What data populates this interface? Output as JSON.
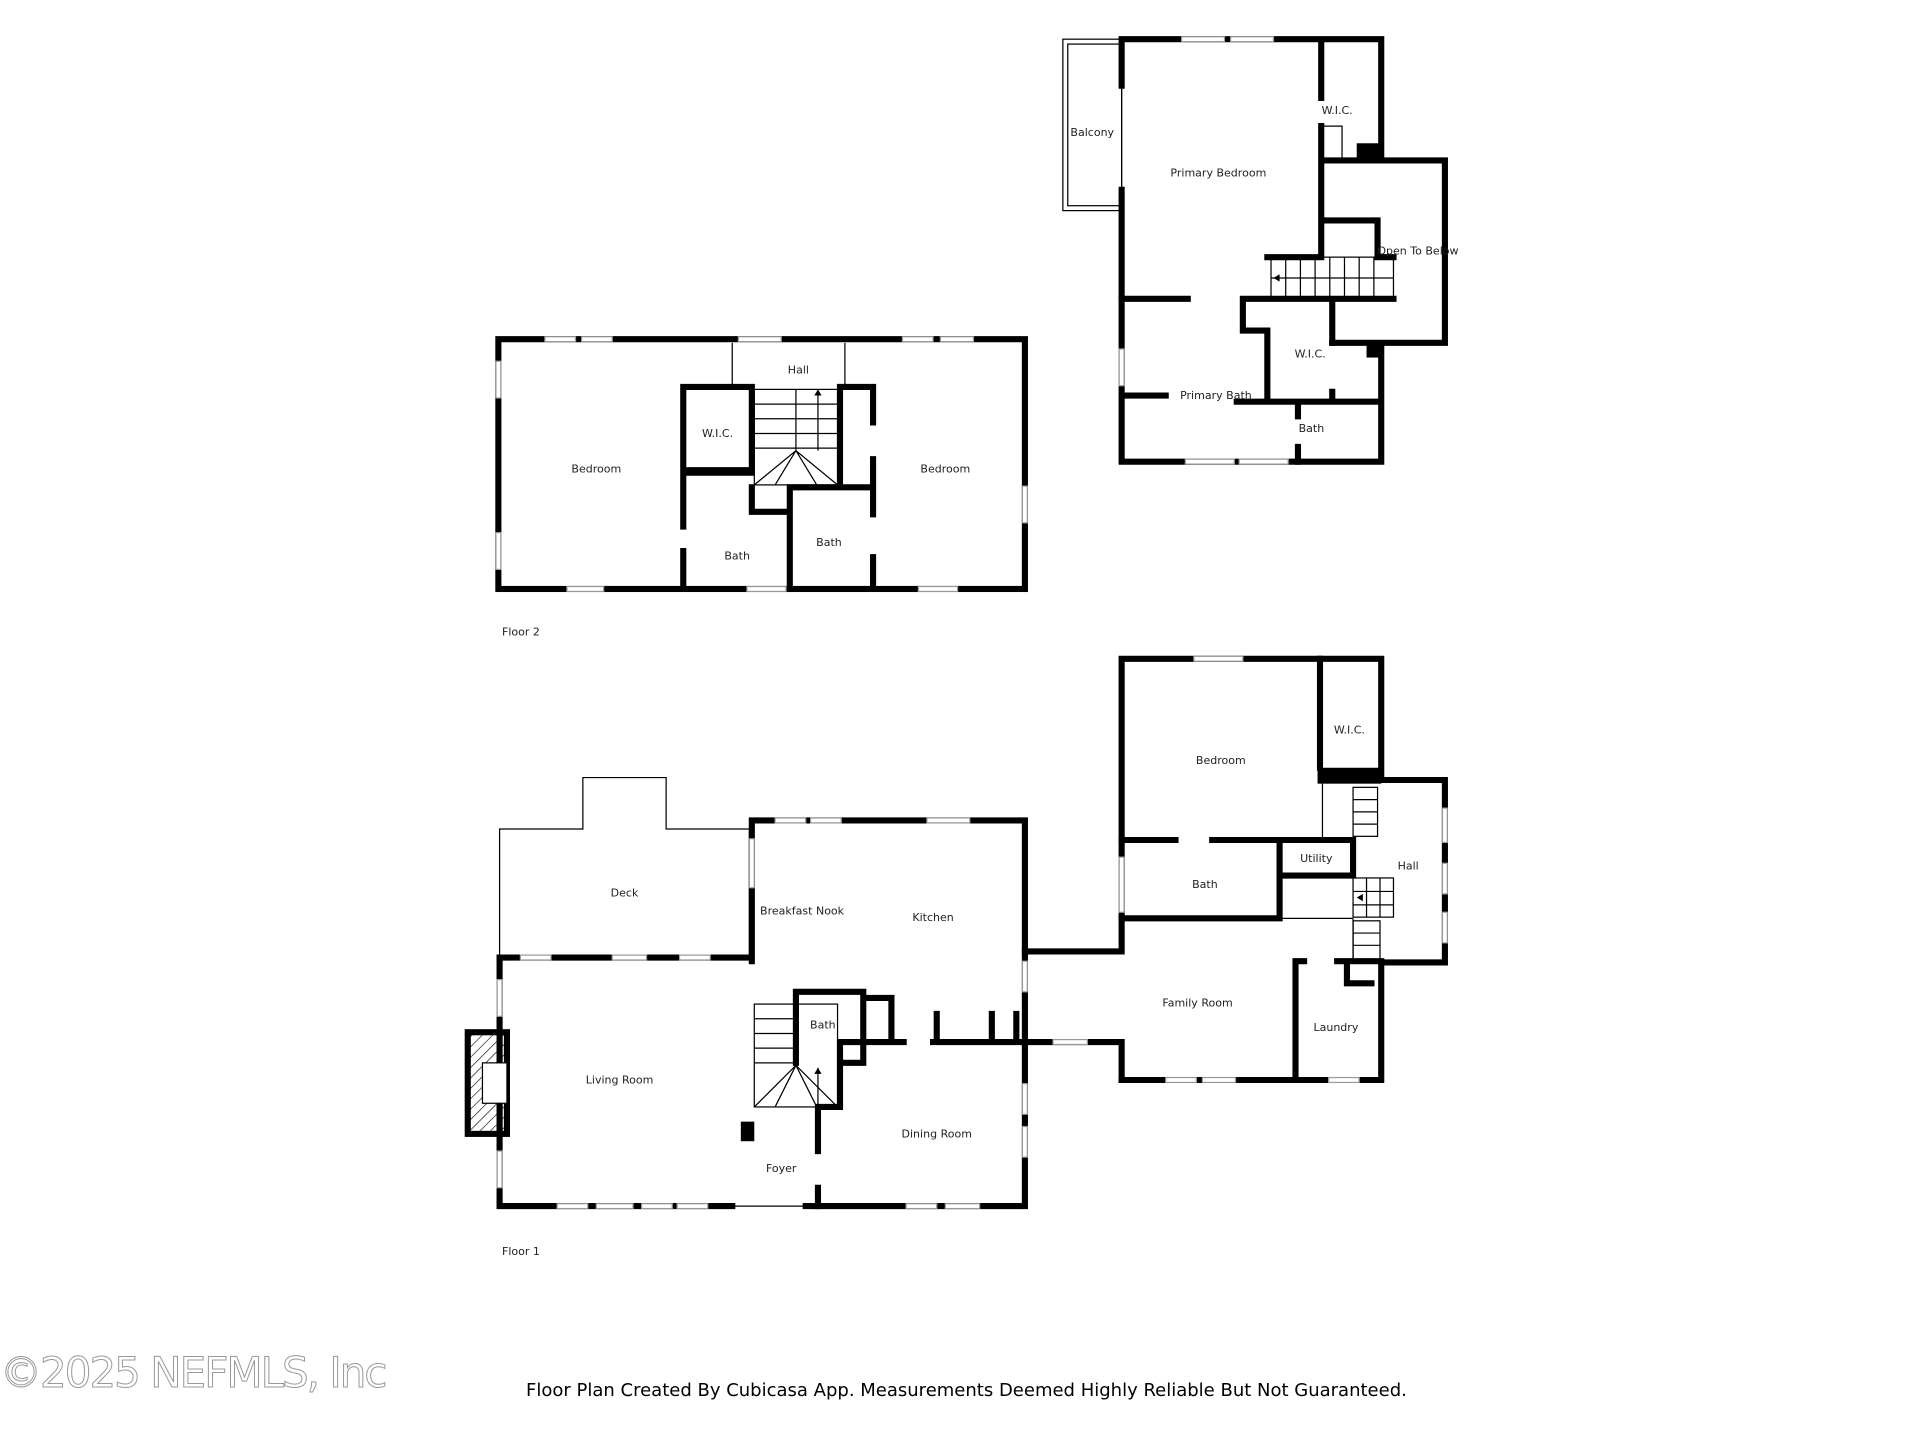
{
  "floor2": {
    "label": "Floor 2",
    "rooms": {
      "balcony": "Balcony",
      "primary_bedroom": "Primary Bedroom",
      "wic_upper": "W.I.C.",
      "open_to_below": "Open To Below",
      "wic_lower": "W.I.C.",
      "primary_bath": "Primary Bath",
      "bath_suite": "Bath",
      "hall": "Hall",
      "wic_left": "W.I.C.",
      "bedroom_left": "Bedroom",
      "bedroom_right": "Bedroom",
      "bath_left": "Bath",
      "bath_right": "Bath"
    }
  },
  "floor1": {
    "label": "Floor 1",
    "rooms": {
      "deck": "Deck",
      "breakfast_nook": "Breakfast Nook",
      "kitchen": "Kitchen",
      "living_room": "Living Room",
      "bath": "Bath",
      "dining_room": "Dining Room",
      "foyer": "Foyer",
      "bedroom": "Bedroom",
      "wic": "W.I.C.",
      "utility": "Utility",
      "hall": "Hall",
      "bath_right": "Bath",
      "family_room": "Family Room",
      "laundry": "Laundry"
    }
  },
  "footer": {
    "disclaimer": "Floor Plan Created By Cubicasa App. Measurements Deemed Highly Reliable But Not Guaranteed.",
    "watermark": "©2025 NEFMLS, Inc"
  }
}
